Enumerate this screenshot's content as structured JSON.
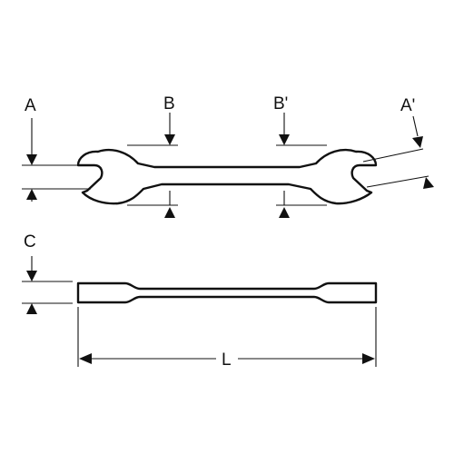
{
  "labels": {
    "a": "A",
    "b": "B",
    "b_prime": "B'",
    "a_prime": "A'",
    "c": "C",
    "l": "L"
  }
}
